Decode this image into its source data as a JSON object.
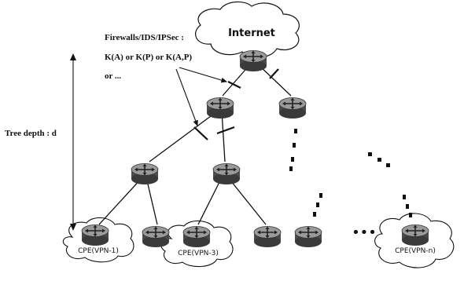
{
  "cloud_internet": "Internet",
  "annotation": {
    "line1": "Firewalls/IDS/IPSec :",
    "line2": "K(A) or K(P) or K(A,P)",
    "line3": "or ..."
  },
  "tree_depth_label": "Tree depth : d",
  "cpe_labels": [
    "CPE(VPN-1)",
    "CPE(VPN-3)",
    "CPE(VPN-n)"
  ],
  "ellipsis": "•••",
  "colors": {
    "router_body": "#5a5a5a",
    "router_top": "#9a9a9a",
    "line": "#111111"
  }
}
